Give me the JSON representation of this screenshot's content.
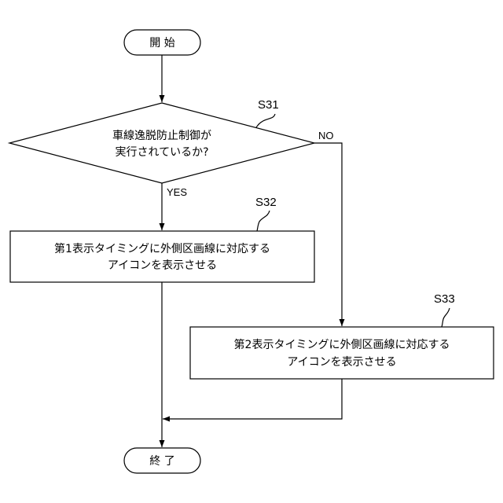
{
  "start": {
    "label": "開 始"
  },
  "decision": {
    "id": "S31",
    "line1": "車線逸脱防止制御が",
    "line2": "実行されているか?",
    "yes": "YES",
    "no": "NO"
  },
  "process1": {
    "id": "S32",
    "line1": "第1表示タイミングに外側区画線に対応する",
    "line2": "アイコンを表示させる"
  },
  "process2": {
    "id": "S33",
    "line1": "第2表示タイミングに外側区画線に対応する",
    "line2": "アイコンを表示させる"
  },
  "end": {
    "label": "終 了"
  }
}
